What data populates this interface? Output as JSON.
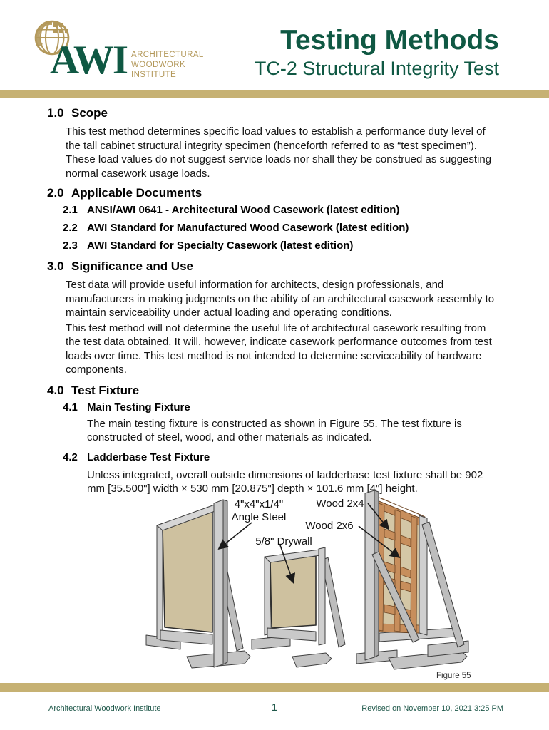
{
  "colors": {
    "brand_green": "#0f5843",
    "brand_gold": "#c6b173",
    "logo_gold": "#b3985a",
    "steel_gray": "#cfcfcf",
    "panel_tan": "#cec19f",
    "wood_orange": "#c78e5c"
  },
  "logo": {
    "acronym": "AWI",
    "org_lines": [
      "ARCHITECTURAL",
      "WOODWORK",
      "INSTITUTE"
    ],
    "globe_icon": "globe-grid-icon"
  },
  "header": {
    "title": "Testing Methods",
    "subtitle": "TC-2 Structural Integrity Test"
  },
  "sections": [
    {
      "num": "1.0",
      "title": "Scope",
      "paragraphs": [
        "This test method determines specific load values to establish a performance duty level of the tall cabinet structural integrity specimen (henceforth referred to as “test specimen”). These load values do not suggest service loads nor shall they be construed as suggesting normal casework usage loads."
      ]
    },
    {
      "num": "2.0",
      "title": "Applicable Documents",
      "subsections": [
        {
          "num": "2.1",
          "title": "ANSI/AWI 0641 - Architectural Wood Casework (latest edition)"
        },
        {
          "num": "2.2",
          "title": "AWI Standard for Manufactured Wood Casework (latest edition)"
        },
        {
          "num": "2.3",
          "title": "AWI Standard for Specialty Casework (latest edition)"
        }
      ]
    },
    {
      "num": "3.0",
      "title": "Significance and Use",
      "paragraphs": [
        "Test data will provide useful information for architects, design professionals, and manufacturers in making judgments on the ability of an architectural casework assembly to maintain serviceability under actual loading and operating conditions.",
        "This test method will not determine the useful life of architectural casework resulting from the test data obtained. It will, however, indicate casework performance outcomes from test loads over time. This test method is not intended to determine serviceability of hardware components."
      ]
    },
    {
      "num": "4.0",
      "title": "Test Fixture",
      "subsections": [
        {
          "num": "4.1",
          "title": "Main Testing Fixture",
          "paragraphs": [
            "The main testing fixture is constructed as shown in Figure 55. The test fixture is constructed of steel, wood, and other materials as indicated."
          ]
        },
        {
          "num": "4.2",
          "title": "Ladderbase Test Fixture",
          "paragraphs": [
            "Unless integrated, overall outside dimensions of ladderbase test fixture shall be 902 mm [35.500\"] width × 530 mm [20.875\"] depth × 101.6 mm [4\"] height."
          ]
        }
      ]
    }
  ],
  "figure": {
    "labels": {
      "angle_steel_size": "4\"x4\"x1/4\"",
      "angle_steel": "Angle Steel",
      "wood_2x4": "Wood 2x4",
      "wood_2x6": "Wood 2x6",
      "drywall": "5/8\" Drywall"
    },
    "caption": "Figure 55"
  },
  "footer": {
    "left": "Architectural Woodwork Institute",
    "page": "1",
    "right": "Revised on November 10, 2021 3:25 PM"
  }
}
